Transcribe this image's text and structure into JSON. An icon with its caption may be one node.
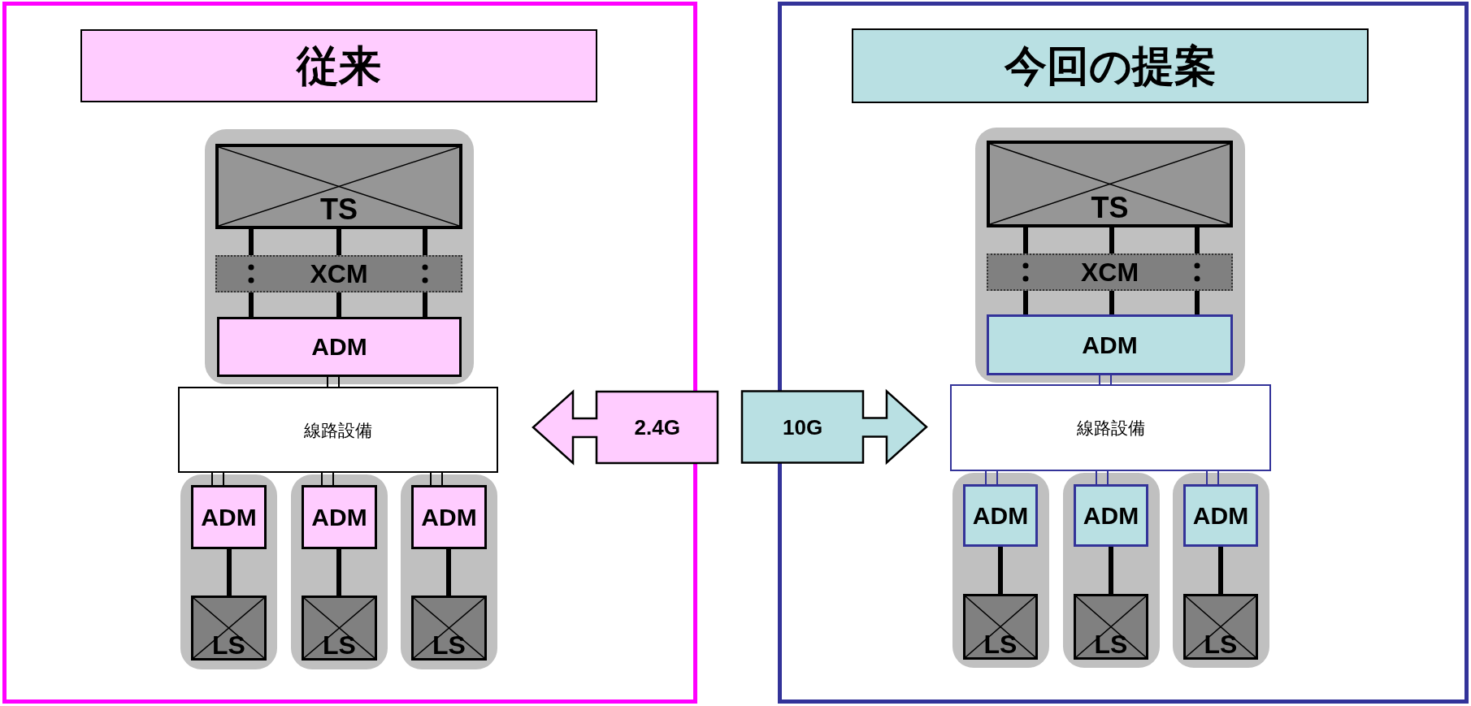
{
  "diagram": {
    "nodes": [
      {
        "text": [],
        "shape": "box"
      },
      {
        "text": [
          "従来"
        ],
        "in": 0
      },
      {
        "text": [],
        "shape": "box",
        "in": 0
      },
      {
        "text": [
          "TS"
        ],
        "in": 2
      },
      {
        "text": [
          "XCM"
        ],
        "in": 2
      },
      {
        "text": [
          "ADM"
        ],
        "in": 2
      },
      {
        "text": [
          "線路設備"
        ],
        "in": 0
      },
      {
        "text": [],
        "shape": "box",
        "in": 0
      },
      {
        "text": [
          "ADM"
        ],
        "in": 7
      },
      {
        "text": [
          "LS"
        ],
        "in": 7
      },
      {
        "text": [],
        "shape": "box",
        "in": 0
      },
      {
        "text": [
          "ADM"
        ],
        "in": 10
      },
      {
        "text": [
          "LS"
        ],
        "in": 10
      },
      {
        "text": [],
        "shape": "box",
        "in": 0
      },
      {
        "text": [
          "ADM"
        ],
        "in": 13
      },
      {
        "text": [
          "LS"
        ],
        "in": 13
      },
      {
        "text": [],
        "shape": "box"
      },
      {
        "text": [
          "今回の提案"
        ],
        "in": 16
      },
      {
        "text": [],
        "shape": "box",
        "in": 16
      },
      {
        "text": [
          "TS"
        ],
        "in": 18
      },
      {
        "text": [
          "XCM"
        ],
        "in": 18
      },
      {
        "text": [
          "ADM"
        ],
        "in": 18
      },
      {
        "text": [
          "線路設備"
        ],
        "in": 16
      },
      {
        "text": [],
        "shape": "box",
        "in": 16
      },
      {
        "text": [
          "ADM"
        ],
        "in": 23
      },
      {
        "text": [
          "LS"
        ],
        "in": 23
      },
      {
        "text": [],
        "shape": "box",
        "in": 16
      },
      {
        "text": [
          "ADM"
        ],
        "in": 26
      },
      {
        "text": [
          "LS"
        ],
        "in": 26
      },
      {
        "text": [],
        "shape": "box",
        "in": 16
      },
      {
        "text": [
          "ADM"
        ],
        "in": 29
      },
      {
        "text": [
          "LS"
        ],
        "in": 29
      }
    ],
    "edges": [
      {
        "from": 3,
        "to": 4,
        "arrow": "none"
      },
      {
        "from": 3,
        "to": 4,
        "arrow": "none"
      },
      {
        "from": 3,
        "to": 4,
        "arrow": "none"
      },
      {
        "from": 4,
        "to": 5,
        "arrow": "none"
      },
      {
        "from": 4,
        "to": 5,
        "arrow": "none"
      },
      {
        "from": 4,
        "to": 5,
        "arrow": "none"
      },
      {
        "from": 5,
        "to": 6,
        "arrow": "none"
      },
      {
        "from": 6,
        "to": 8,
        "arrow": "none"
      },
      {
        "from": 6,
        "to": 11,
        "arrow": "none"
      },
      {
        "from": 6,
        "to": 14,
        "arrow": "none"
      },
      {
        "from": 8,
        "to": 9,
        "arrow": "none"
      },
      {
        "from": 11,
        "to": 12,
        "arrow": "none"
      },
      {
        "from": 14,
        "to": 15,
        "arrow": "none"
      },
      {
        "from": 19,
        "to": 20,
        "arrow": "none"
      },
      {
        "from": 19,
        "to": 20,
        "arrow": "none"
      },
      {
        "from": 19,
        "to": 20,
        "arrow": "none"
      },
      {
        "from": 20,
        "to": 21,
        "arrow": "none"
      },
      {
        "from": 20,
        "to": 21,
        "arrow": "none"
      },
      {
        "from": 20,
        "to": 21,
        "arrow": "none"
      },
      {
        "from": 21,
        "to": 22,
        "arrow": "none",
        "color": "#333399"
      },
      {
        "from": 22,
        "to": 24,
        "arrow": "none",
        "color": "#333399"
      },
      {
        "from": 22,
        "to": 27,
        "arrow": "none",
        "color": "#333399"
      },
      {
        "from": 22,
        "to": 30,
        "arrow": "none",
        "color": "#333399"
      },
      {
        "from": 24,
        "to": 25,
        "arrow": "none"
      },
      {
        "from": 27,
        "to": 28,
        "arrow": "none"
      },
      {
        "from": 30,
        "to": 31,
        "arrow": "none"
      },
      {
        "from": null,
        "to": 6,
        "arrow": "to",
        "label": "2.4G"
      },
      {
        "from": null,
        "to": 22,
        "arrow": "to",
        "label": "10G"
      }
    ]
  }
}
